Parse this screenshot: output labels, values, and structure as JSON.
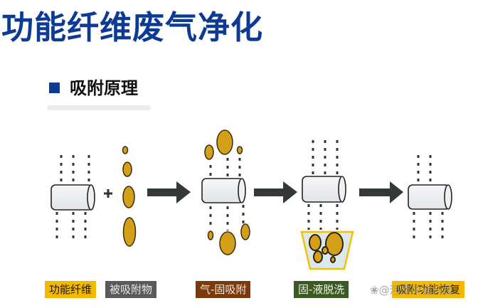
{
  "header": {
    "title": "功能纤维废气净化"
  },
  "section": {
    "title": "吸附原理",
    "marker_color": "#0d3b93"
  },
  "diagram": {
    "stages": [
      {
        "id": "fiber-plus-adsorbate",
        "description": "功能纤维 + 被吸附物"
      },
      {
        "id": "gas-solid-adsorption",
        "description": "气-固吸附"
      },
      {
        "id": "solid-liquid-desorption",
        "description": "固-液脱洗"
      },
      {
        "id": "adsorption-restored",
        "description": "吸附功能恢复"
      }
    ],
    "arrow_count": 3,
    "colors": {
      "particle": "#d4a017",
      "arrow": "#333a36",
      "fiber": "#eaecee",
      "beaker": "#f2c200"
    }
  },
  "labels": {
    "fiber": "功能纤维",
    "adsorbate": "被吸附物",
    "gas_solid": "气-固吸附",
    "solid_liquid": "固-液脱洗",
    "restore": "吸附功能恢复"
  },
  "watermark": "❀@河南中自科技"
}
